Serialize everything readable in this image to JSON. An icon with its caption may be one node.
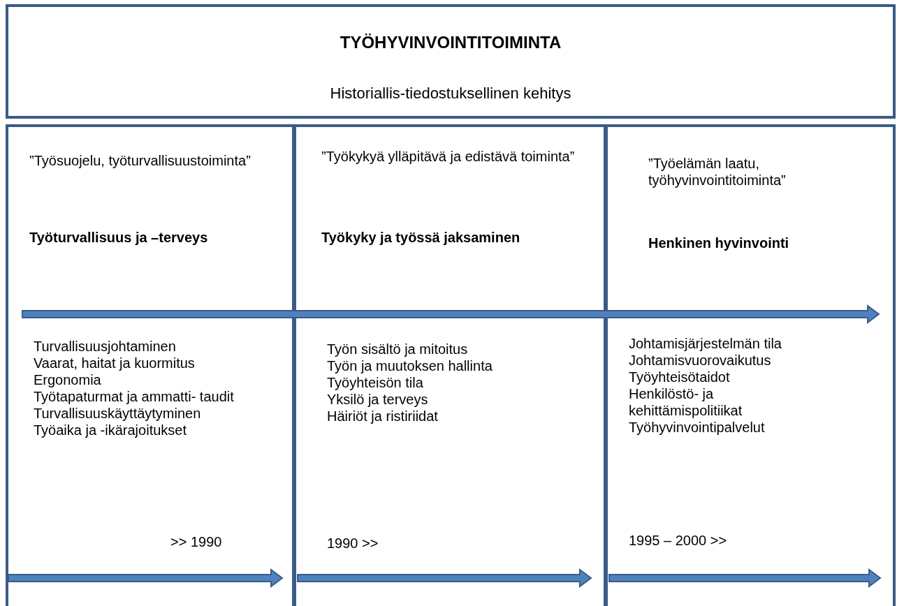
{
  "diagram": {
    "nodes": [
      {
        "text": [
          "TYÖHYVINVOINTITOIMINTA",
          "Historiallis-tiedostuksellinen kehitys"
        ]
      },
      {
        "text": [
          "”Työsuojelu, työturvallisuustoiminta”",
          "Työturvallisuus ja –terveys",
          "Turvallisuusjohtaminen",
          "Vaarat, haitat ja kuormitus",
          "Ergonomia",
          "Työtapaturmat ja ammatti- taudit",
          "Turvallisuuskäyttäytyminen",
          "Työaika ja -ikärajoitukset",
          ">> 1990"
        ]
      },
      {
        "text": [
          "”Työkykyä ylläpitävä ja edistävä toiminta”",
          "Työkyky ja työssä jaksaminen",
          "Työn sisältö ja mitoitus",
          "Työn ja muutoksen hallinta",
          "Työyhteisön tila",
          "Yksilö ja terveys",
          "Häiriöt ja ristiriidat",
          "1990 >>"
        ]
      },
      {
        "text": [
          "”Työelämän laatu, työhyvinvointitoiminta”",
          "Henkinen hyvinvointi",
          "Johtamisjärjestelmän tila",
          "Johtamisvuorovaikutus",
          "Työyhteisötaidot",
          "Henkilöstö- ja kehittämispolitiikat",
          "Työhyvinvointipalvelut",
          "1995 – 2000 >>"
        ]
      }
    ]
  }
}
